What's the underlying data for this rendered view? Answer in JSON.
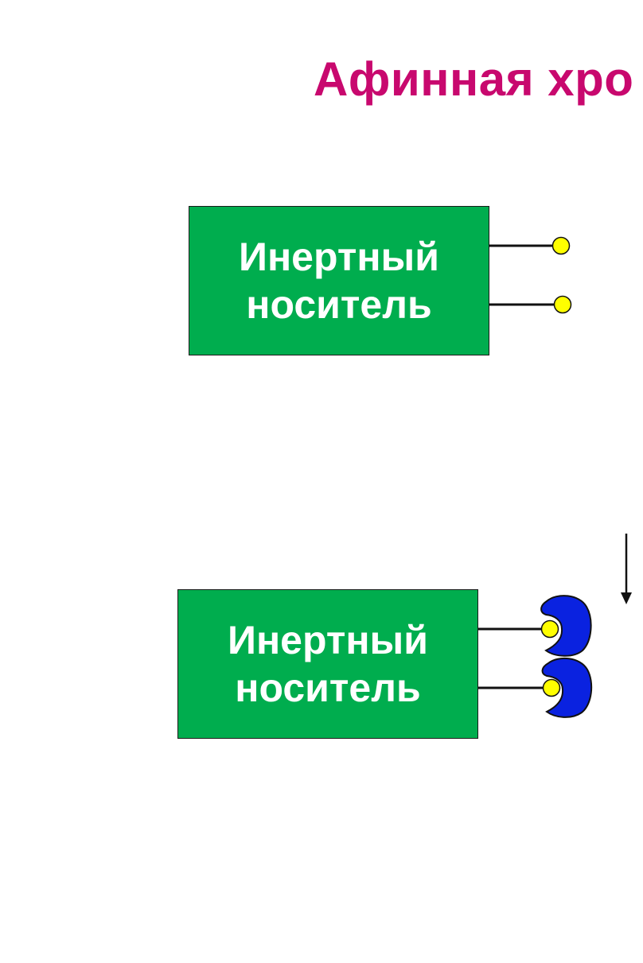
{
  "title": "Афинная хро",
  "colors": {
    "title": "#c8086e",
    "carrier_fill": "#00ad4e",
    "ligand_fill": "#ffff00",
    "protein_fill": "#0a22e0",
    "stroke": "#111111"
  },
  "top_carrier": {
    "line1": "Инертный",
    "line2": "носитель"
  },
  "bottom_carrier": {
    "line1": "Инертный",
    "line2": "носитель"
  },
  "icons": {
    "ligand": "ligand-dot-icon",
    "protein": "protein-blob-icon",
    "arrow": "arrow-down-icon"
  }
}
